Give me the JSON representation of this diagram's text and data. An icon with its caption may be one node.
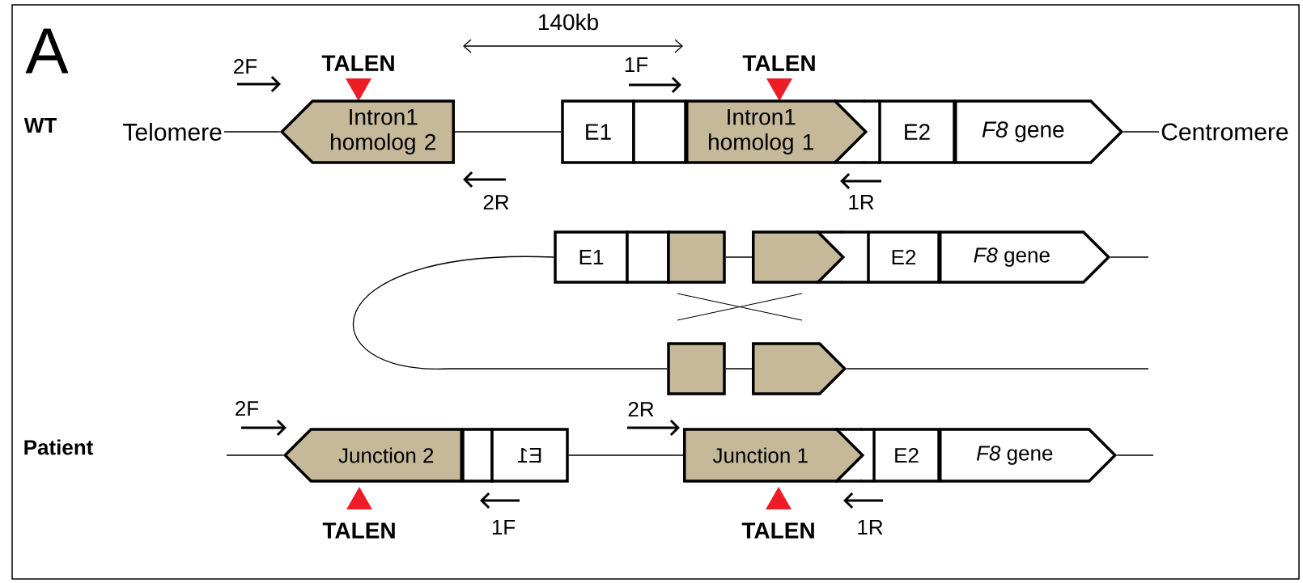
{
  "diagram": {
    "nodes": [
      {
        "text": [
          "Telomere"
        ]
      },
      {
        "text": [
          "Intron1 homolog 2"
        ]
      },
      {
        "text": [
          "E1"
        ]
      },
      {
        "text": [],
        "shape": "box"
      },
      {
        "text": [
          "Intron1 homolog 1"
        ]
      },
      {
        "text": [],
        "shape": "box"
      },
      {
        "text": [
          "E2"
        ]
      },
      {
        "text": [
          "*F8* gene"
        ]
      },
      {
        "text": [
          "Centromere"
        ]
      },
      {
        "text": [
          "E1"
        ]
      },
      {
        "text": [],
        "shape": "box"
      },
      {
        "text": [],
        "shape": "box"
      },
      {
        "text": [],
        "shape": "pentagon"
      },
      {
        "text": [],
        "shape": "box"
      },
      {
        "text": [
          "E2"
        ]
      },
      {
        "text": [
          "*F8* gene"
        ]
      },
      {
        "text": [],
        "shape": "box"
      },
      {
        "text": [],
        "shape": "pentagon"
      },
      {
        "text": [
          "Junction 2"
        ]
      },
      {
        "text": [],
        "shape": "box"
      },
      {
        "text": [
          "E1"
        ]
      },
      {
        "text": [
          "Junction 1"
        ]
      },
      {
        "text": [],
        "shape": "box"
      },
      {
        "text": [
          "E2"
        ]
      },
      {
        "text": [
          "*F8* gene"
        ]
      }
    ],
    "edges": [
      {
        "from": 0,
        "to": 1,
        "arrow": "none"
      },
      {
        "from": 1,
        "to": 2,
        "arrow": "none"
      },
      {
        "from": 7,
        "to": 8,
        "arrow": "none"
      },
      {
        "from": 11,
        "to": 12,
        "arrow": "none"
      },
      {
        "from": 15,
        "to": null,
        "arrow": "none"
      },
      {
        "from": 9,
        "to": 16,
        "arrow": "none"
      },
      {
        "from": 16,
        "to": 17,
        "arrow": "none"
      },
      {
        "from": 17,
        "to": null,
        "arrow": "none"
      },
      {
        "from": null,
        "to": 18,
        "arrow": "none"
      },
      {
        "from": 20,
        "to": 21,
        "arrow": "none"
      },
      {
        "from": 24,
        "to": null,
        "arrow": "none"
      }
    ],
    "labels": [
      "A",
      "140kb",
      "2F",
      "TALEN",
      "1F",
      "TALEN",
      "WT",
      "2R",
      "1R",
      "2F",
      "2R",
      "Patient",
      "TALEN",
      "1F",
      "TALEN",
      "1R"
    ]
  }
}
